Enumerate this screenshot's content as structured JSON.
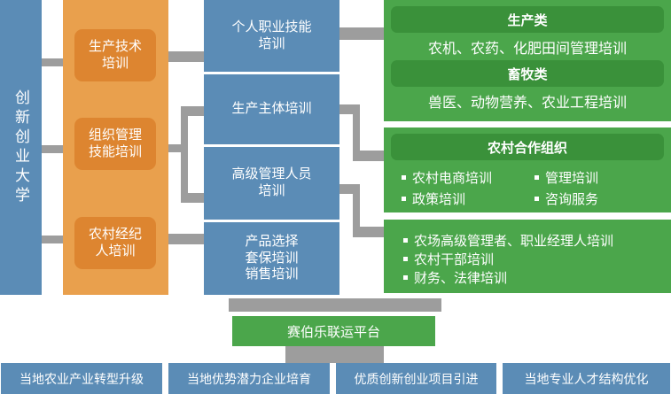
{
  "colors": {
    "blue": "#5b8cb6",
    "orange_column": "#e9a04d",
    "orange_box": "#dd8530",
    "green_panel": "#4ba64b",
    "green_header": "#3a913a",
    "connector_gray": "#9d9d9d",
    "text": "#ffffff"
  },
  "university_bar": {
    "label": "创新创业大学"
  },
  "training_categories": [
    {
      "label": "生产技术\n培训"
    },
    {
      "label": "组织管理\n技能培训"
    },
    {
      "label": "农村经纪\n人培训"
    }
  ],
  "mid_programs": [
    {
      "label": "个人职业技能\n培训"
    },
    {
      "label": "生产主体培训"
    },
    {
      "label": "高级管理人员\n培训"
    },
    {
      "label": "产品选择\n套保培训\n销售培训"
    }
  ],
  "right_panels": {
    "panel1": {
      "header1": "生产类",
      "line1": "农机、农药、化肥田间管理培训",
      "header2": "畜牧类",
      "line2": "兽医、动物营养、农业工程培训"
    },
    "panel2": {
      "header": "农村合作组织",
      "items": [
        "农村电商培训",
        "管理培训",
        "政策培训",
        "咨询服务"
      ]
    },
    "panel3": {
      "items": [
        "农场高级管理者、职业经理人培训",
        "农村干部培训",
        "财务、法律培训"
      ]
    }
  },
  "platform": {
    "label": "赛伯乐联运平台"
  },
  "outcomes": [
    {
      "label": "当地农业产业转型升级"
    },
    {
      "label": "当地优势潜力企业培育"
    },
    {
      "label": "优质创新创业项目引进"
    },
    {
      "label": "当地专业人才结构优化"
    }
  ]
}
